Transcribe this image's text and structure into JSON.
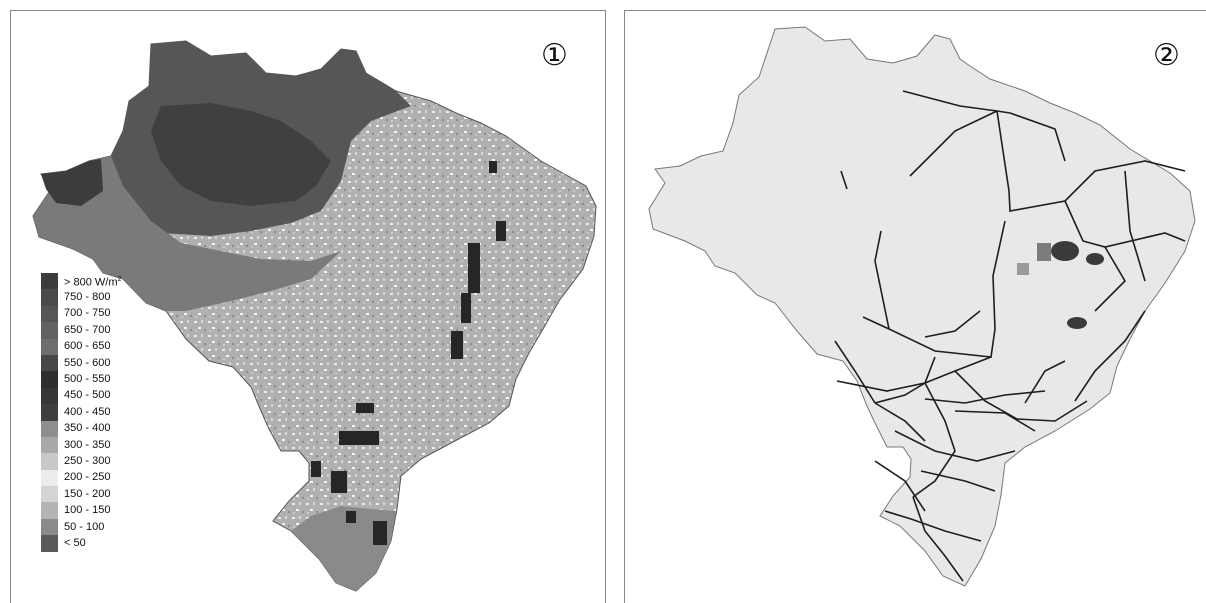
{
  "panels": [
    {
      "number": "①"
    },
    {
      "number": "②"
    }
  ],
  "legend": {
    "unit_superscript": "2",
    "items": [
      {
        "label": "> 800 W/m",
        "color": "#3c3c3c",
        "superscript": true
      },
      {
        "label": "750 - 800",
        "color": "#4a4a4a"
      },
      {
        "label": "700 - 750",
        "color": "#555555"
      },
      {
        "label": "650 - 700",
        "color": "#626262"
      },
      {
        "label": "600 - 650",
        "color": "#6e6e6e"
      },
      {
        "label": "550 - 600",
        "color": "#474747"
      },
      {
        "label": "500 - 550",
        "color": "#2e2e2e"
      },
      {
        "label": "450 - 500",
        "color": "#363636"
      },
      {
        "label": "400 - 450",
        "color": "#3e3e3e"
      },
      {
        "label": "350 - 400",
        "color": "#8e8e8e"
      },
      {
        "label": "300 - 350",
        "color": "#a9a9a9"
      },
      {
        "label": "250 - 300",
        "color": "#c8c8c8"
      },
      {
        "label": "200 - 250",
        "color": "#ececec"
      },
      {
        "label": "150 - 200",
        "color": "#d4d4d4"
      },
      {
        "label": "100 - 150",
        "color": "#b4b4b4"
      },
      {
        "label": "50 - 100",
        "color": "#8a8a8a"
      },
      {
        "label": "< 50",
        "color": "#5a5a5a"
      }
    ]
  },
  "colors": {
    "panel_border": "#888888",
    "map2_fill": "#e8e8e8",
    "line_color": "#1e1e1e"
  }
}
